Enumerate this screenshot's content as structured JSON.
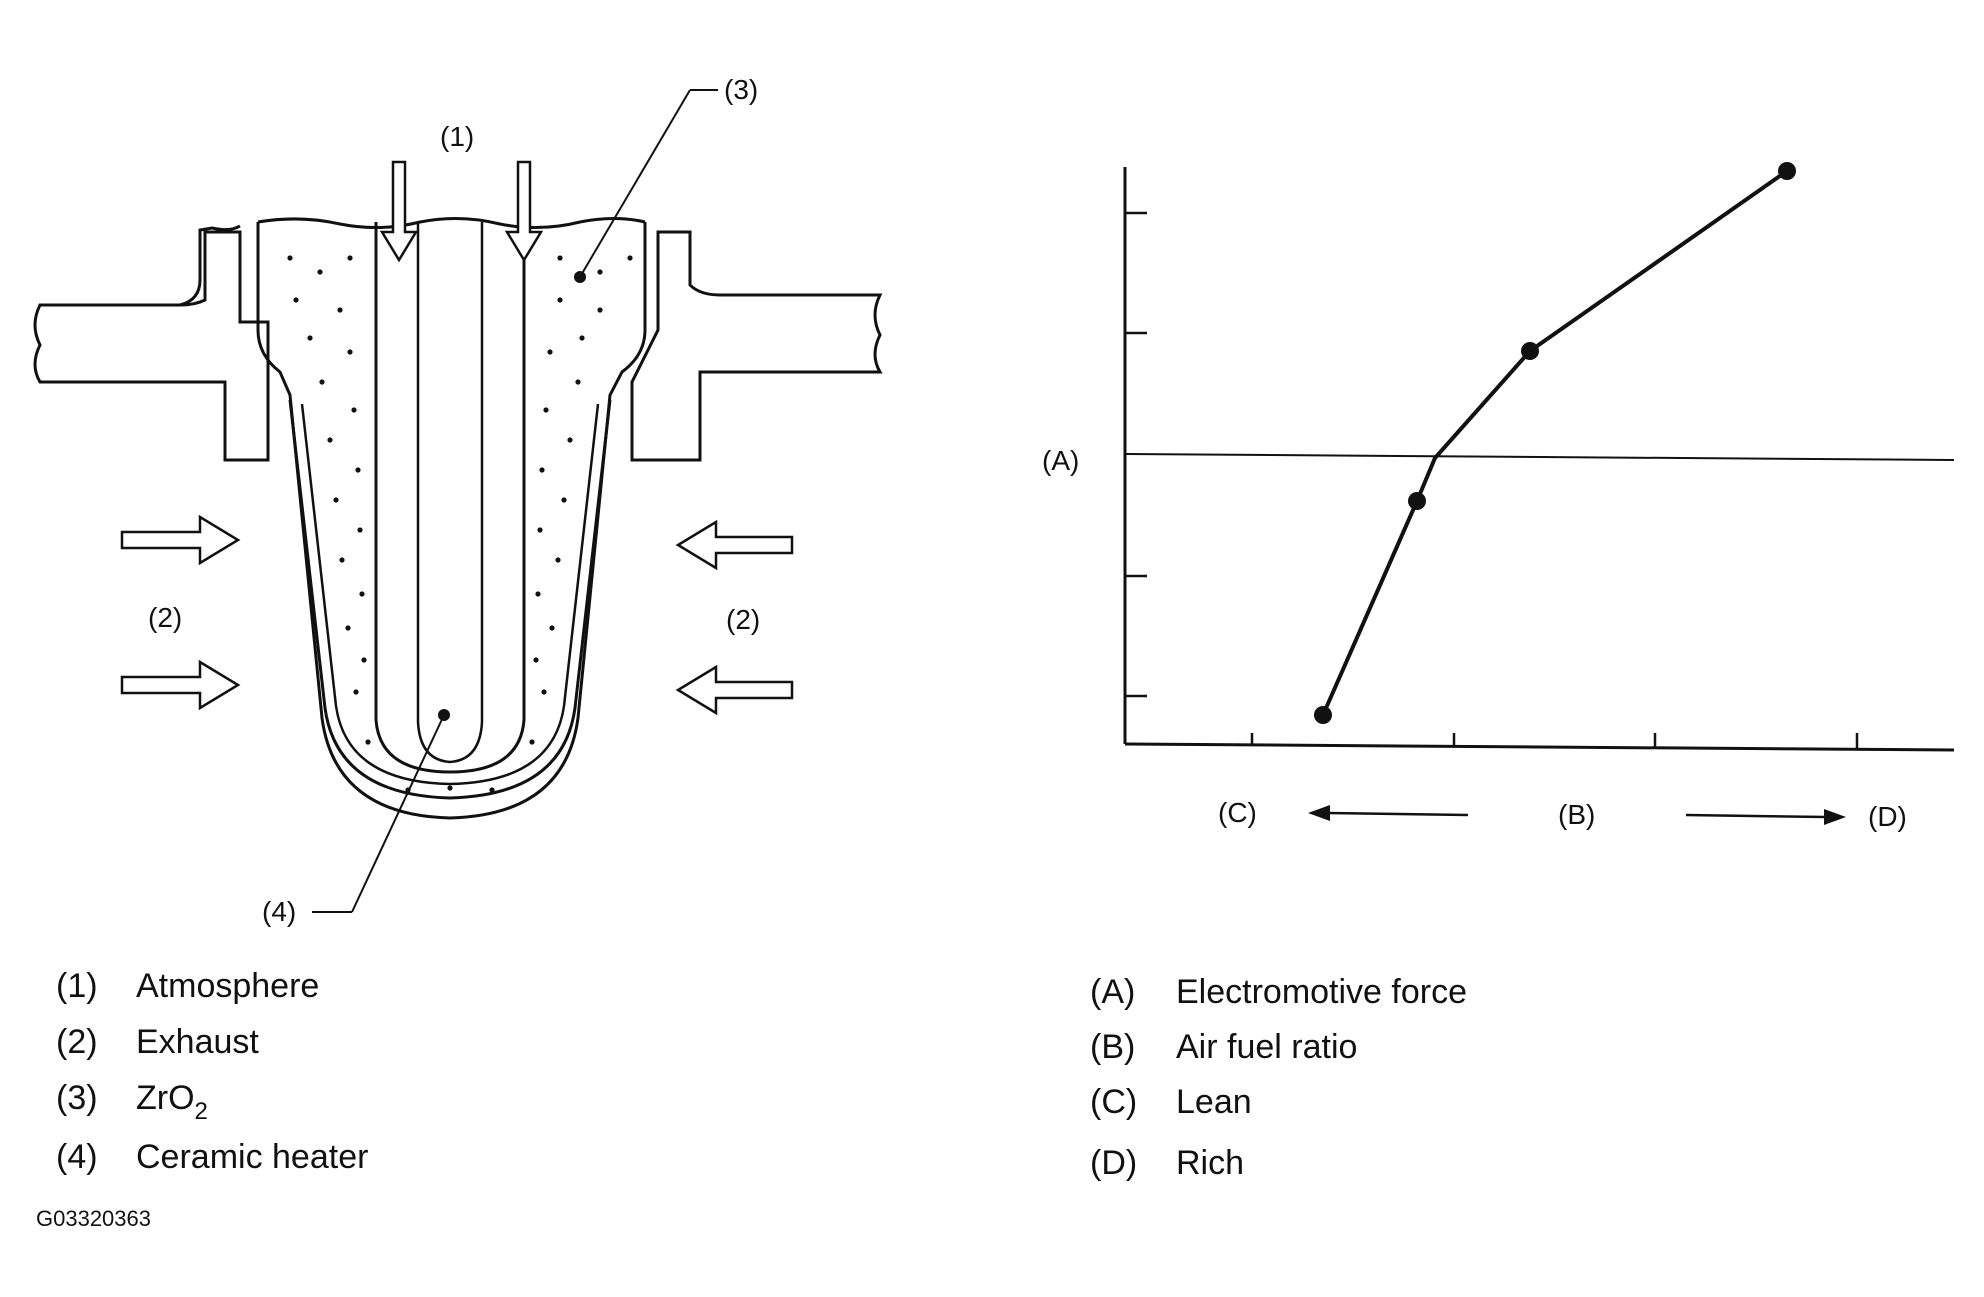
{
  "sensor_diagram": {
    "callouts": {
      "atmosphere": "(1)",
      "zro2": "(3)",
      "exhaust_left": "(2)",
      "exhaust_right": "(2)",
      "heater": "(4)"
    }
  },
  "graph": {
    "label_a": "(A)",
    "label_b": "(B)",
    "label_c": "(C)",
    "label_d": "(D)"
  },
  "legend_left": [
    {
      "code": "(1)",
      "text": "Atmosphere"
    },
    {
      "code": "(2)",
      "text": "Exhaust"
    },
    {
      "code": "(3)",
      "text_main": "ZrO",
      "text_sub": "2"
    },
    {
      "code": "(4)",
      "text": "Ceramic heater"
    }
  ],
  "legend_right": [
    {
      "code": "(A)",
      "text": "Electromotive force"
    },
    {
      "code": "(B)",
      "text": "Air fuel ratio"
    },
    {
      "code": "(C)",
      "text": "Lean"
    },
    {
      "code": "(D)",
      "text": "Rich"
    }
  ],
  "figure_id": "G03320363"
}
